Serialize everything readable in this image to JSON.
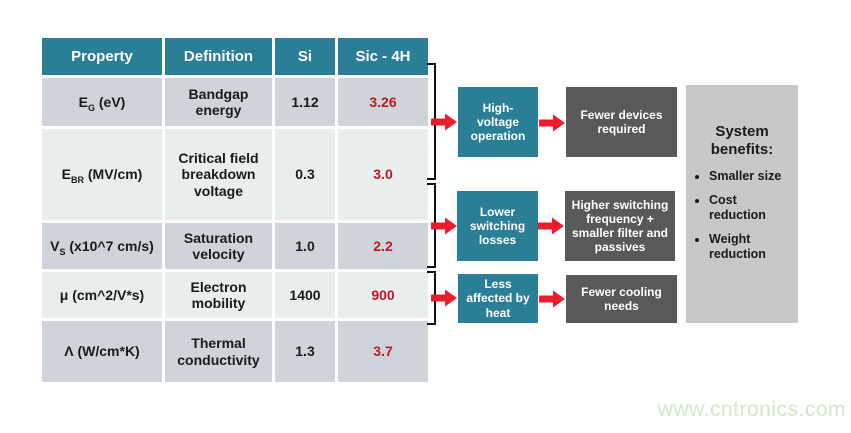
{
  "colors": {
    "teal": "#2a7e95",
    "dark_box_gray": "#58595b",
    "benefits_panel_gray": "#c7c8ca",
    "row_shade_dark": "#cfd4da",
    "row_shade_light": "#e9edec",
    "arrow_red": "#ec1c2d",
    "highlight_value_red": "#c41425",
    "watermark_green": "#cfe9c5"
  },
  "table": {
    "headers": [
      "Property",
      "Definition",
      "Si",
      "Sic - 4H"
    ],
    "rows": [
      {
        "property": {
          "base": "E",
          "sub": "G",
          "rest": " (eV)"
        },
        "definition": "Bandgap energy",
        "si": "1.12",
        "sic": "3.26"
      },
      {
        "property": {
          "base": "E",
          "sub": "BR",
          "rest": " (MV/cm)"
        },
        "definition": "Critical field breakdown voltage",
        "si": "0.3",
        "sic": "3.0"
      },
      {
        "property": {
          "base": "V",
          "sub": "S",
          "rest": " (x10^7 cm/s)"
        },
        "definition": "Saturation velocity",
        "si": "1.0",
        "sic": "2.2"
      },
      {
        "property": {
          "base": "μ",
          "sub": "",
          "rest": " (cm^2/V*s)"
        },
        "definition": "Electron mobility",
        "si": "1400",
        "sic": "900"
      },
      {
        "property": {
          "base": "Λ",
          "sub": "",
          "rest": " (W/cm*K)"
        },
        "definition": "Thermal conductivity",
        "si": "1.3",
        "sic": "3.7"
      }
    ]
  },
  "flows": [
    {
      "cause": "High-voltage operation",
      "effect": "Fewer devices required"
    },
    {
      "cause": "Lower switching losses",
      "effect": "Higher switching frequency + smaller filter and passives"
    },
    {
      "cause": "Less affected by heat",
      "effect": "Fewer cooling needs"
    }
  ],
  "benefits": {
    "title": "System benefits:",
    "items": [
      "Smaller size",
      "Cost reduction",
      "Weight reduction"
    ]
  },
  "watermark": "www.cntronics.com"
}
